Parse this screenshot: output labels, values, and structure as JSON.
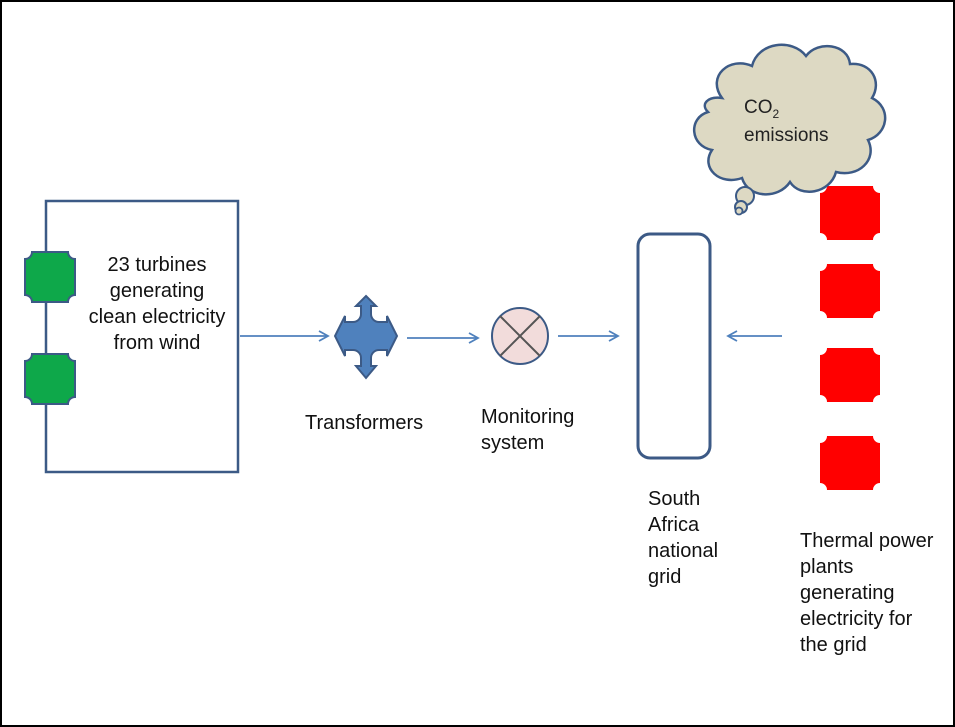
{
  "labels": {
    "turbines": "23 turbines generating clean electricity from wind",
    "transformers": "Transformers",
    "monitoring": "Monitoring system",
    "grid": "South Africa national grid",
    "thermal": "Thermal power plants generating electricity for the grid",
    "co2_main": "CO",
    "co2_sub": "2",
    "emissions": "emissions"
  },
  "colors": {
    "turbine_fill": "#0ea84a",
    "thermal_fill": "#ff0000",
    "transformer_fill": "#4f81bd",
    "monitor_fill": "#f2dcdb",
    "line": "#3c5a86",
    "arrow": "#4f81bd",
    "cloud_fill": "#ddd9c3"
  },
  "counts": {
    "turbine_icons": 2,
    "thermal_icons": 4
  }
}
